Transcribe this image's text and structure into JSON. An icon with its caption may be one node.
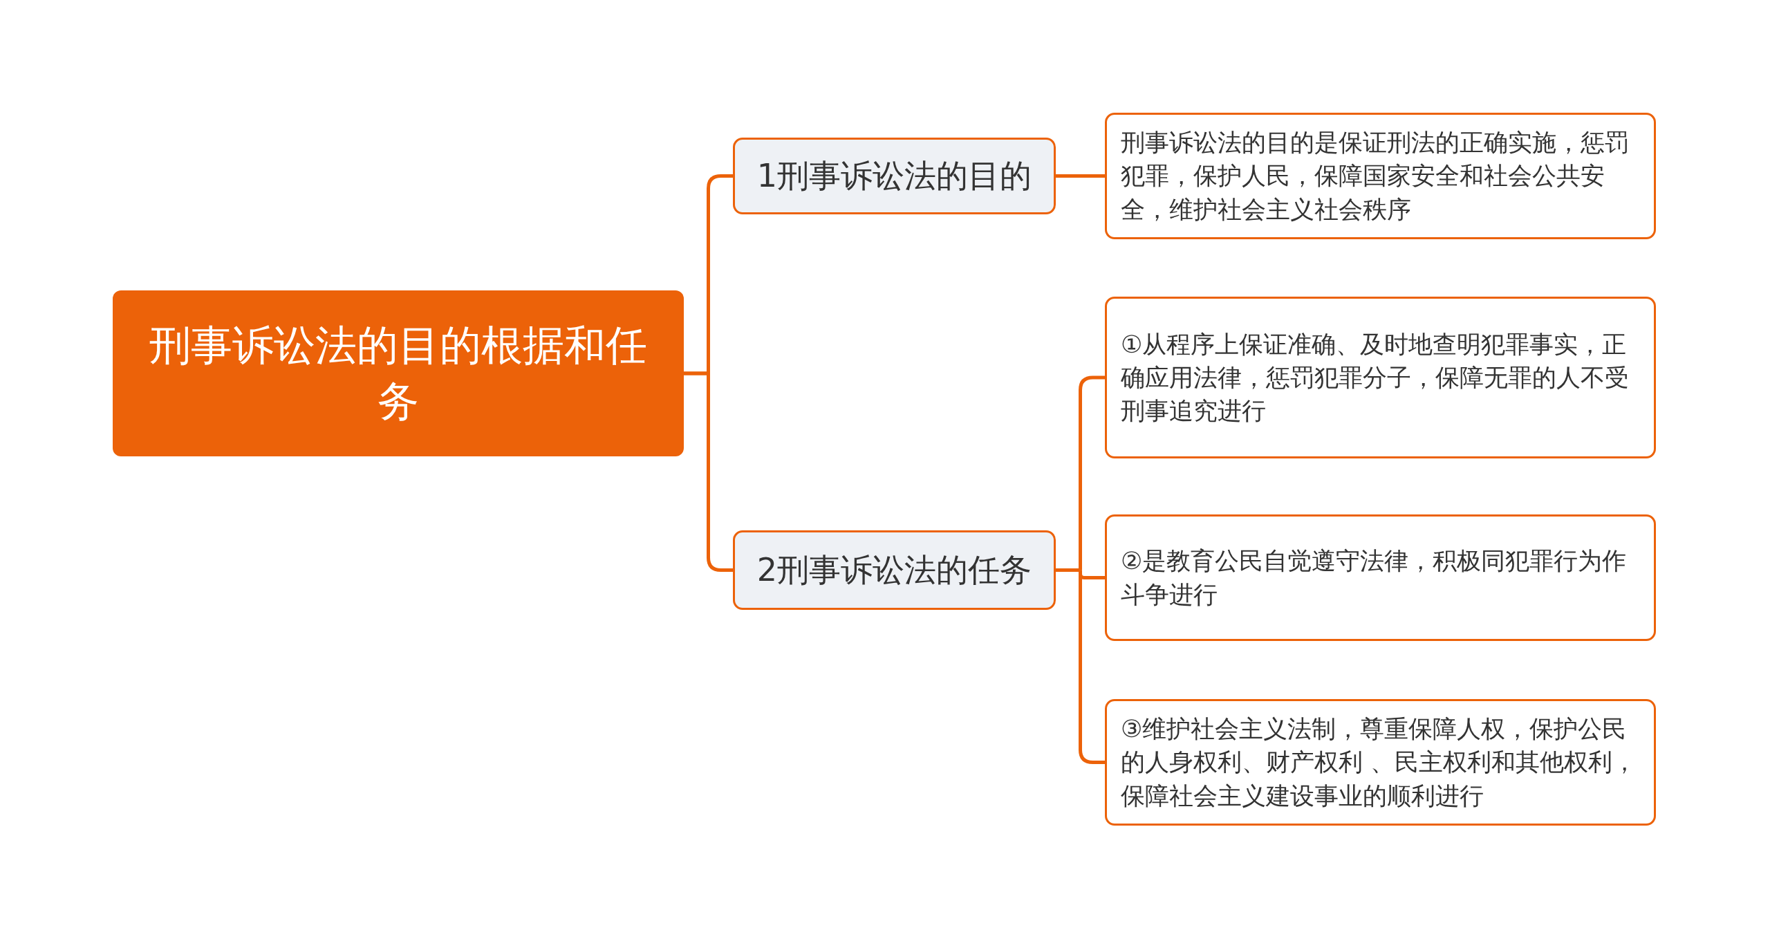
{
  "diagram": {
    "nodes": [
      {
        "text": [
          "刑事诉讼法的目的根据和任务"
        ]
      },
      {
        "text": [
          "1刑事诉讼法的目的"
        ]
      },
      {
        "text": [
          "2刑事诉讼法的任务"
        ]
      },
      {
        "text": [
          "刑事诉讼法的目的是保证刑法的正确实施，惩罚犯罪，保护人民，保障国家安全和社会公共安全，维护社会主义社会秩序"
        ]
      },
      {
        "text": [
          "①从程序上保证准确、及时地查明犯罪事实，正确应用法律，惩罚犯罪分子，保障无罪的人不受刑事追究进行"
        ]
      },
      {
        "text": [
          "②是教育公民自觉遵守法律，积极同犯罪行为作斗争进行"
        ]
      },
      {
        "text": [
          "③维护社会主义法制，尊重保障人权，保护公民的人身权利、财产权利 、民主权利和其他权利，保障社会主义建设事业的顺利进行"
        ]
      }
    ],
    "edges": [
      {
        "from": 0,
        "to": 1,
        "arrow": "none"
      },
      {
        "from": 0,
        "to": 2,
        "arrow": "none"
      },
      {
        "from": 1,
        "to": 3,
        "arrow": "none"
      },
      {
        "from": 2,
        "to": 4,
        "arrow": "none"
      },
      {
        "from": 2,
        "to": 5,
        "arrow": "none"
      },
      {
        "from": 2,
        "to": 6,
        "arrow": "none"
      }
    ]
  }
}
